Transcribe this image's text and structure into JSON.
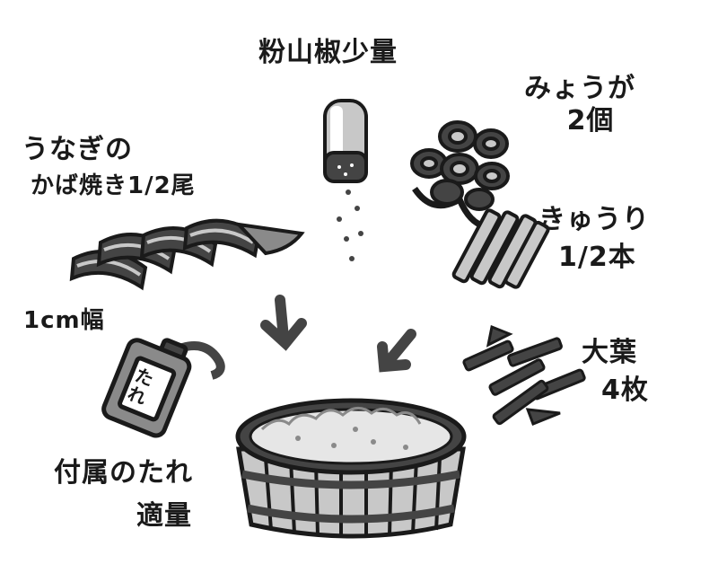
{
  "colors": {
    "ink": "#1a1a1a",
    "dark_gray": "#444444",
    "mid_gray": "#8a8a8a",
    "light_gray": "#c8c8c8",
    "rice": "#e6e6e6",
    "paper": "#ffffff"
  },
  "labels": {
    "sansho": "粉山椒少量",
    "myoga_1": "みょうが",
    "myoga_2": "2個",
    "unagi_1": "うなぎの",
    "unagi_2": "かば焼き1/2尾",
    "cucumber_1": "きゅうり",
    "cucumber_2": "1/2本",
    "cut_width": "1cm幅",
    "shiso_1": "大葉",
    "shiso_2": "4枚",
    "bottle_label": "たれ",
    "sauce_1": "付属のたれ",
    "sauce_2": "適量"
  }
}
